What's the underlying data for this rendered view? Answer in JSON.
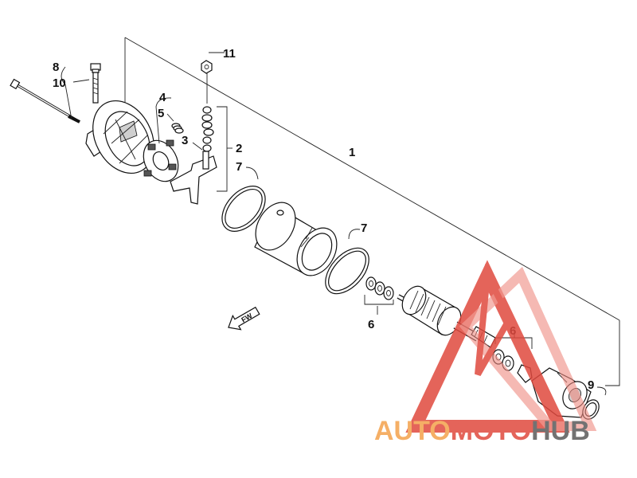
{
  "diagram": {
    "callouts": {
      "c1": "1",
      "c2": "2",
      "c3": "3",
      "c4": "4",
      "c5": "5",
      "c6a": "6",
      "c6b": "6",
      "c7a": "7",
      "c7b": "7",
      "c8": "8",
      "c9": "9",
      "c10": "10",
      "c11": "11"
    },
    "fw_label": "FW"
  },
  "watermark": {
    "brand_auto": "AUTO",
    "brand_moto": "MOTO",
    "brand_hub": "HUB",
    "colors": {
      "orange": "#f4a24c",
      "red": "#e0493e",
      "gray": "#5a5a5a"
    }
  }
}
